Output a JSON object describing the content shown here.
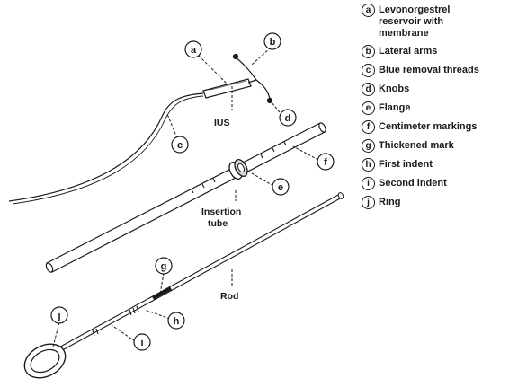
{
  "labels": {
    "ius": "IUS",
    "insertion_tube": "Insertion\ntube",
    "rod": "Rod"
  },
  "callouts": {
    "a": "a",
    "b": "b",
    "c": "c",
    "d": "d",
    "e": "e",
    "f": "f",
    "g": "g",
    "h": "h",
    "i": "i",
    "j": "j"
  },
  "legend": [
    {
      "letter": "a",
      "text": "Levonorgestrel\nreservoir with\nmembrane"
    },
    {
      "letter": "b",
      "text": "Lateral arms"
    },
    {
      "letter": "c",
      "text": "Blue removal threads"
    },
    {
      "letter": "d",
      "text": "Knobs"
    },
    {
      "letter": "e",
      "text": "Flange"
    },
    {
      "letter": "f",
      "text": "Centimeter markings"
    },
    {
      "letter": "g",
      "text": "Thickened mark"
    },
    {
      "letter": "h",
      "text": "First indent"
    },
    {
      "letter": "i",
      "text": "Second indent"
    },
    {
      "letter": "j",
      "text": "Ring"
    }
  ]
}
